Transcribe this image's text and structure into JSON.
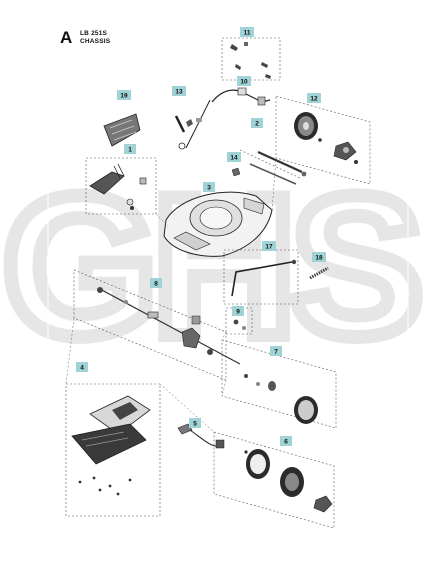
{
  "header": {
    "section_letter": "A",
    "model": "LB 251S",
    "title": "CHASSIS"
  },
  "watermark": {
    "text": "GHS"
  },
  "callouts": {
    "c1": "1",
    "c2": "2",
    "c3": "3",
    "c4": "4",
    "c5": "5",
    "c6": "6",
    "c7": "7",
    "c8": "8",
    "c9": "9",
    "c10": "10",
    "c11": "11",
    "c12": "12",
    "c13": "13",
    "c14": "14",
    "c17": "17",
    "c18": "18",
    "c19": "19"
  },
  "colors": {
    "callout_box": "#9fd3d6",
    "outline": "#222222",
    "dash": "#555555",
    "part_dark": "#3a3a3a",
    "part_mid": "#8a8a8a",
    "part_light": "#e4e4e4",
    "watermark": "#ececec"
  }
}
